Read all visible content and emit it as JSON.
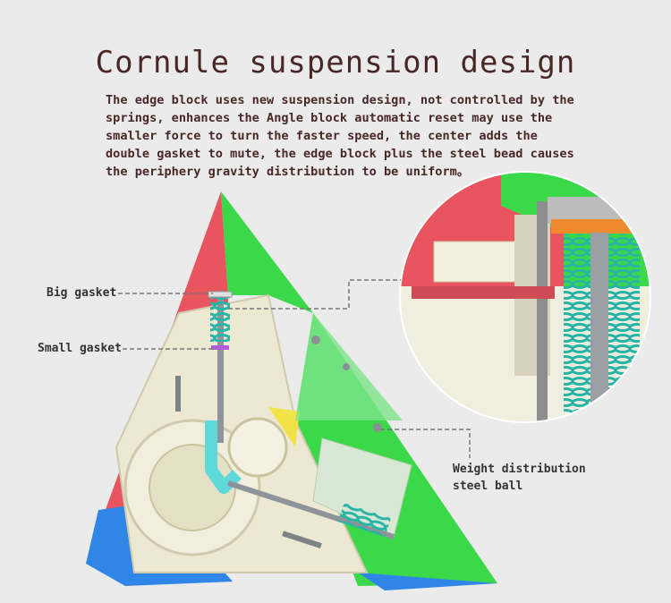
{
  "title": "Cornule suspension design",
  "description": "The edge block uses new suspension design, not controlled by the\nsprings, enhances the Angle block automatic reset may use the\nsmaller force to turn the faster speed, the center adds the\ndouble gasket to mute, the edge block plus the steel bead causes\nthe periphery gravity distribution to be uniform。",
  "labels": {
    "big_gasket": "Big gasket",
    "small_gasket": "Small gasket",
    "weight_line1": "Weight distribution",
    "weight_line2": "steel ball"
  },
  "colors": {
    "red": "#e8555e",
    "green": "#3bd94a",
    "blue": "#2f86e6",
    "yellow": "#f2e24a",
    "cream": "#ece8d2",
    "spring": "#27b5a7",
    "background": "#ebebeb"
  }
}
